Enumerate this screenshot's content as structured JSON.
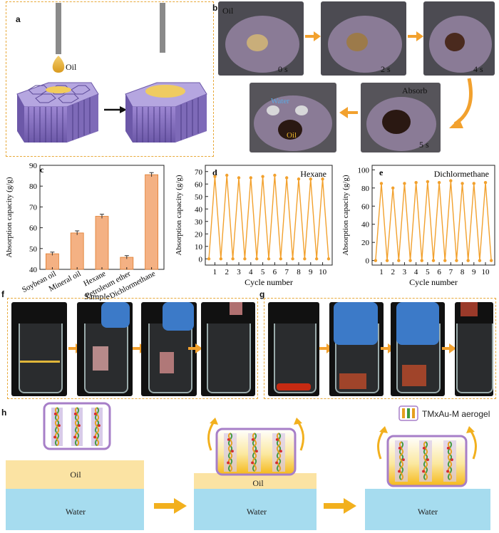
{
  "panels": {
    "a": {
      "label": "a",
      "oil_label": "Oil"
    },
    "b": {
      "label": "b",
      "oil_label": "Oil",
      "photos": [
        {
          "time": "0 s"
        },
        {
          "time": "2 s"
        },
        {
          "time": "4 s"
        },
        {
          "time": "5 s",
          "caption": "Absorb"
        }
      ],
      "final_photo": {
        "water_label": "Water",
        "oil_label": "Oil"
      }
    },
    "f": {
      "label": "f"
    },
    "g": {
      "label": "g"
    },
    "h": {
      "label": "h",
      "legend": "TMxAu-M aerogel",
      "oil_label": "Oil",
      "water_label": "Water"
    }
  },
  "colors": {
    "accent_orange": "#f2a12e",
    "bar_fill": "#f4b183",
    "water": "#a6dcef",
    "oil_layer": "#fbe3a3",
    "aerogel_border": "#a77fc8",
    "honeycomb": "#8c78c8"
  },
  "chart_data": [
    {
      "panel": "c",
      "type": "bar",
      "categories": [
        "Soybean oil",
        "Mineral oil",
        "Hexane",
        "Petroleum ether",
        "Dichlormethane"
      ],
      "values": [
        47.5,
        57.5,
        65.5,
        45.8,
        85.5
      ],
      "errors": [
        0.8,
        1.0,
        1.0,
        0.8,
        1.0
      ],
      "xlabel": "Sample",
      "ylabel": "Absorption capacity (g/g)",
      "ylim": [
        40,
        90
      ],
      "yticks": [
        40,
        50,
        60,
        70,
        80,
        90
      ],
      "color": "#f4b183"
    },
    {
      "panel": "d",
      "type": "line",
      "annotation": "Hexane",
      "xlabel": "Cycle number",
      "ylabel": "Absorption capacity (g/g)",
      "ylim": [
        -5,
        75
      ],
      "yticks": [
        0,
        10,
        20,
        30,
        40,
        50,
        60,
        70
      ],
      "xticks": [
        1,
        2,
        3,
        4,
        5,
        6,
        7,
        8,
        9,
        10
      ],
      "x": [
        0.5,
        1,
        1.5,
        2,
        2.5,
        3,
        3.5,
        4,
        4.5,
        5,
        5.5,
        6,
        6.5,
        7,
        7.5,
        8,
        8.5,
        9,
        9.5,
        10,
        10.5
      ],
      "y": [
        0,
        66,
        0,
        67,
        0,
        65,
        0,
        65,
        0,
        66,
        0,
        67,
        0,
        65,
        0,
        64,
        0,
        64,
        0,
        64,
        0
      ],
      "color": "#f2a12e"
    },
    {
      "panel": "e",
      "type": "line",
      "annotation": "Dichlormethane",
      "xlabel": "Cycle number",
      "ylabel": "Absorption capacity (g/g)",
      "ylim": [
        -5,
        105
      ],
      "yticks": [
        0,
        20,
        40,
        60,
        80,
        100
      ],
      "xticks": [
        1,
        2,
        3,
        4,
        5,
        6,
        7,
        8,
        9,
        10
      ],
      "x": [
        0.5,
        1,
        1.5,
        2,
        2.5,
        3,
        3.5,
        4,
        4.5,
        5,
        5.5,
        6,
        6.5,
        7,
        7.5,
        8,
        8.5,
        9,
        9.5,
        10,
        10.5
      ],
      "y": [
        0,
        85,
        0,
        80,
        0,
        85,
        0,
        86,
        0,
        87,
        0,
        86,
        0,
        88,
        0,
        85,
        0,
        85,
        0,
        86,
        0
      ],
      "color": "#f2a12e"
    }
  ]
}
